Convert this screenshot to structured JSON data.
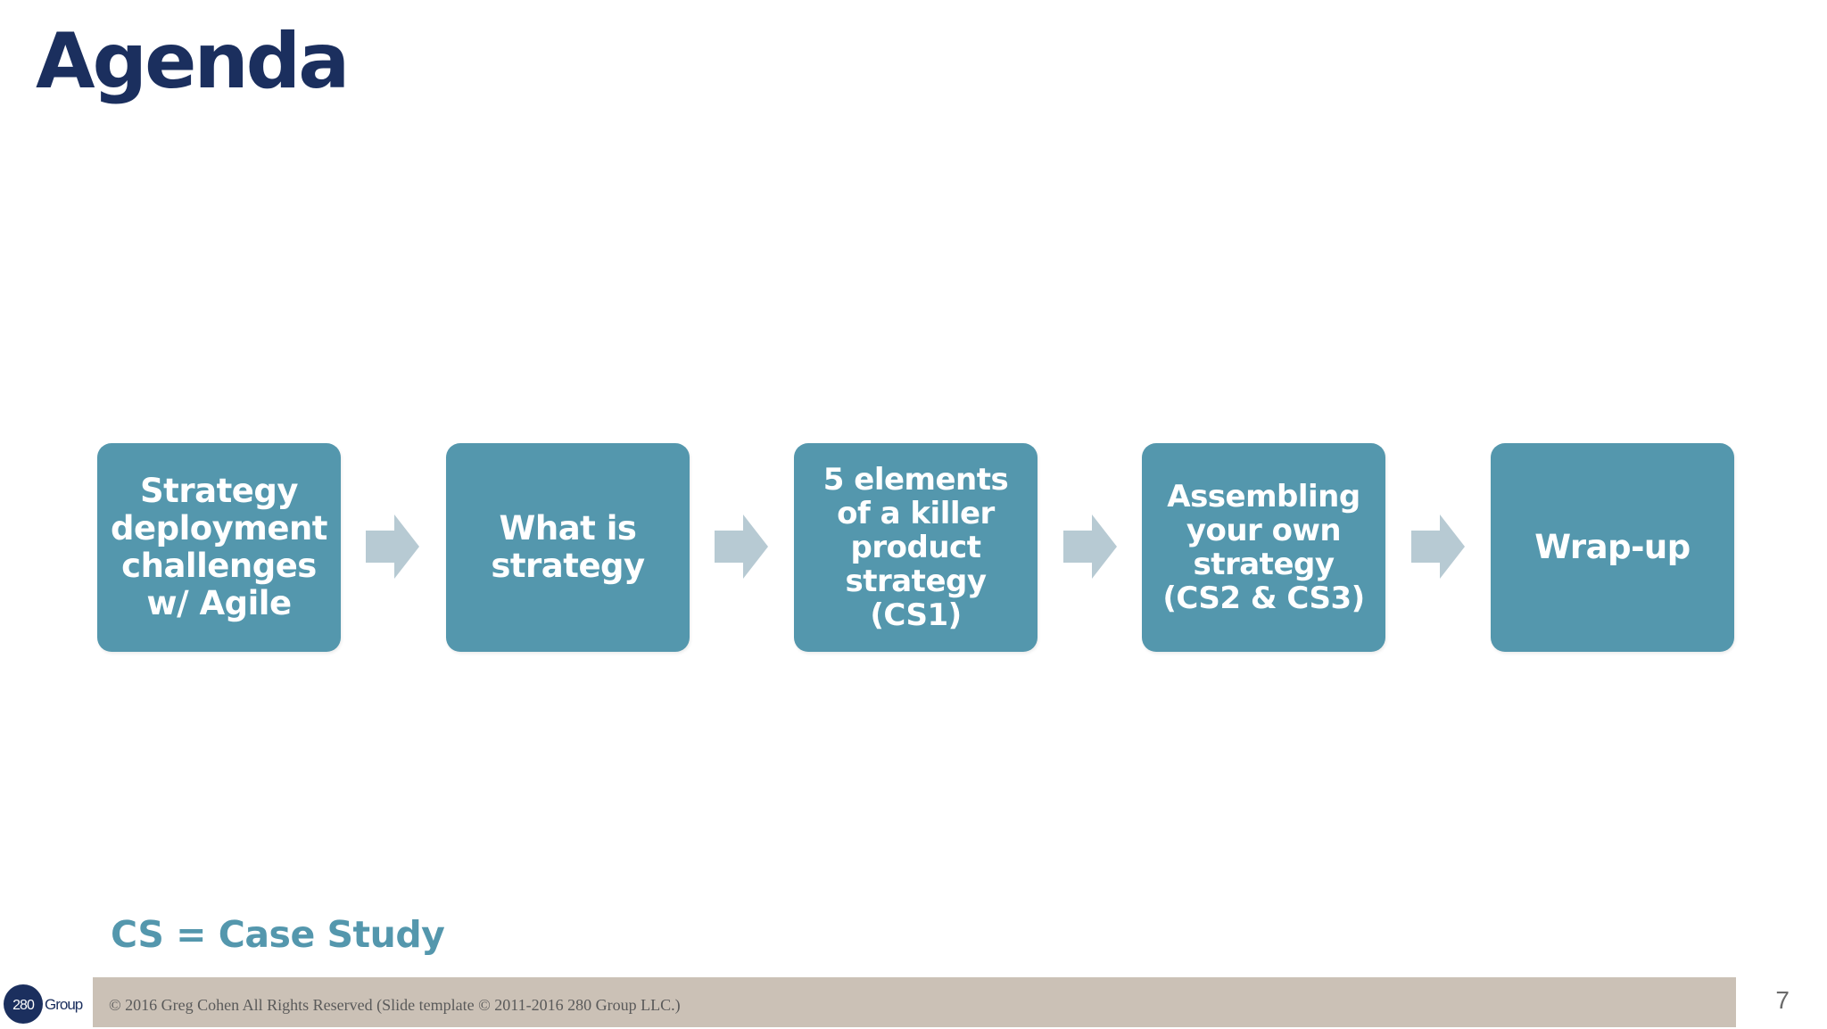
{
  "slide": {
    "title": "Agenda",
    "steps": [
      {
        "label": "Strategy\ndeployment\nchallenges\nw/ Agile"
      },
      {
        "label": "What is\nstrategy"
      },
      {
        "label": "5 elements\nof a killer\nproduct\nstrategy\n(CS1)"
      },
      {
        "label": "Assembling\nyour own\nstrategy\n(CS2 & CS3)"
      },
      {
        "label": "Wrap-up"
      }
    ],
    "arrow_icon": "right-arrow-icon",
    "note": "CS = Case Study",
    "logo_text": {
      "number": "280",
      "word": "Group"
    },
    "footer": "© 2016 Greg Cohen All Rights Reserved (Slide template © 2011-2016 280 Group LLC.)",
    "page_number": "7"
  },
  "colors": {
    "title": "#1b2f5e",
    "box": "#5497ad",
    "arrow": "#b7cad3",
    "note": "#5497ad",
    "footer_bar": "#cbc1b6"
  }
}
